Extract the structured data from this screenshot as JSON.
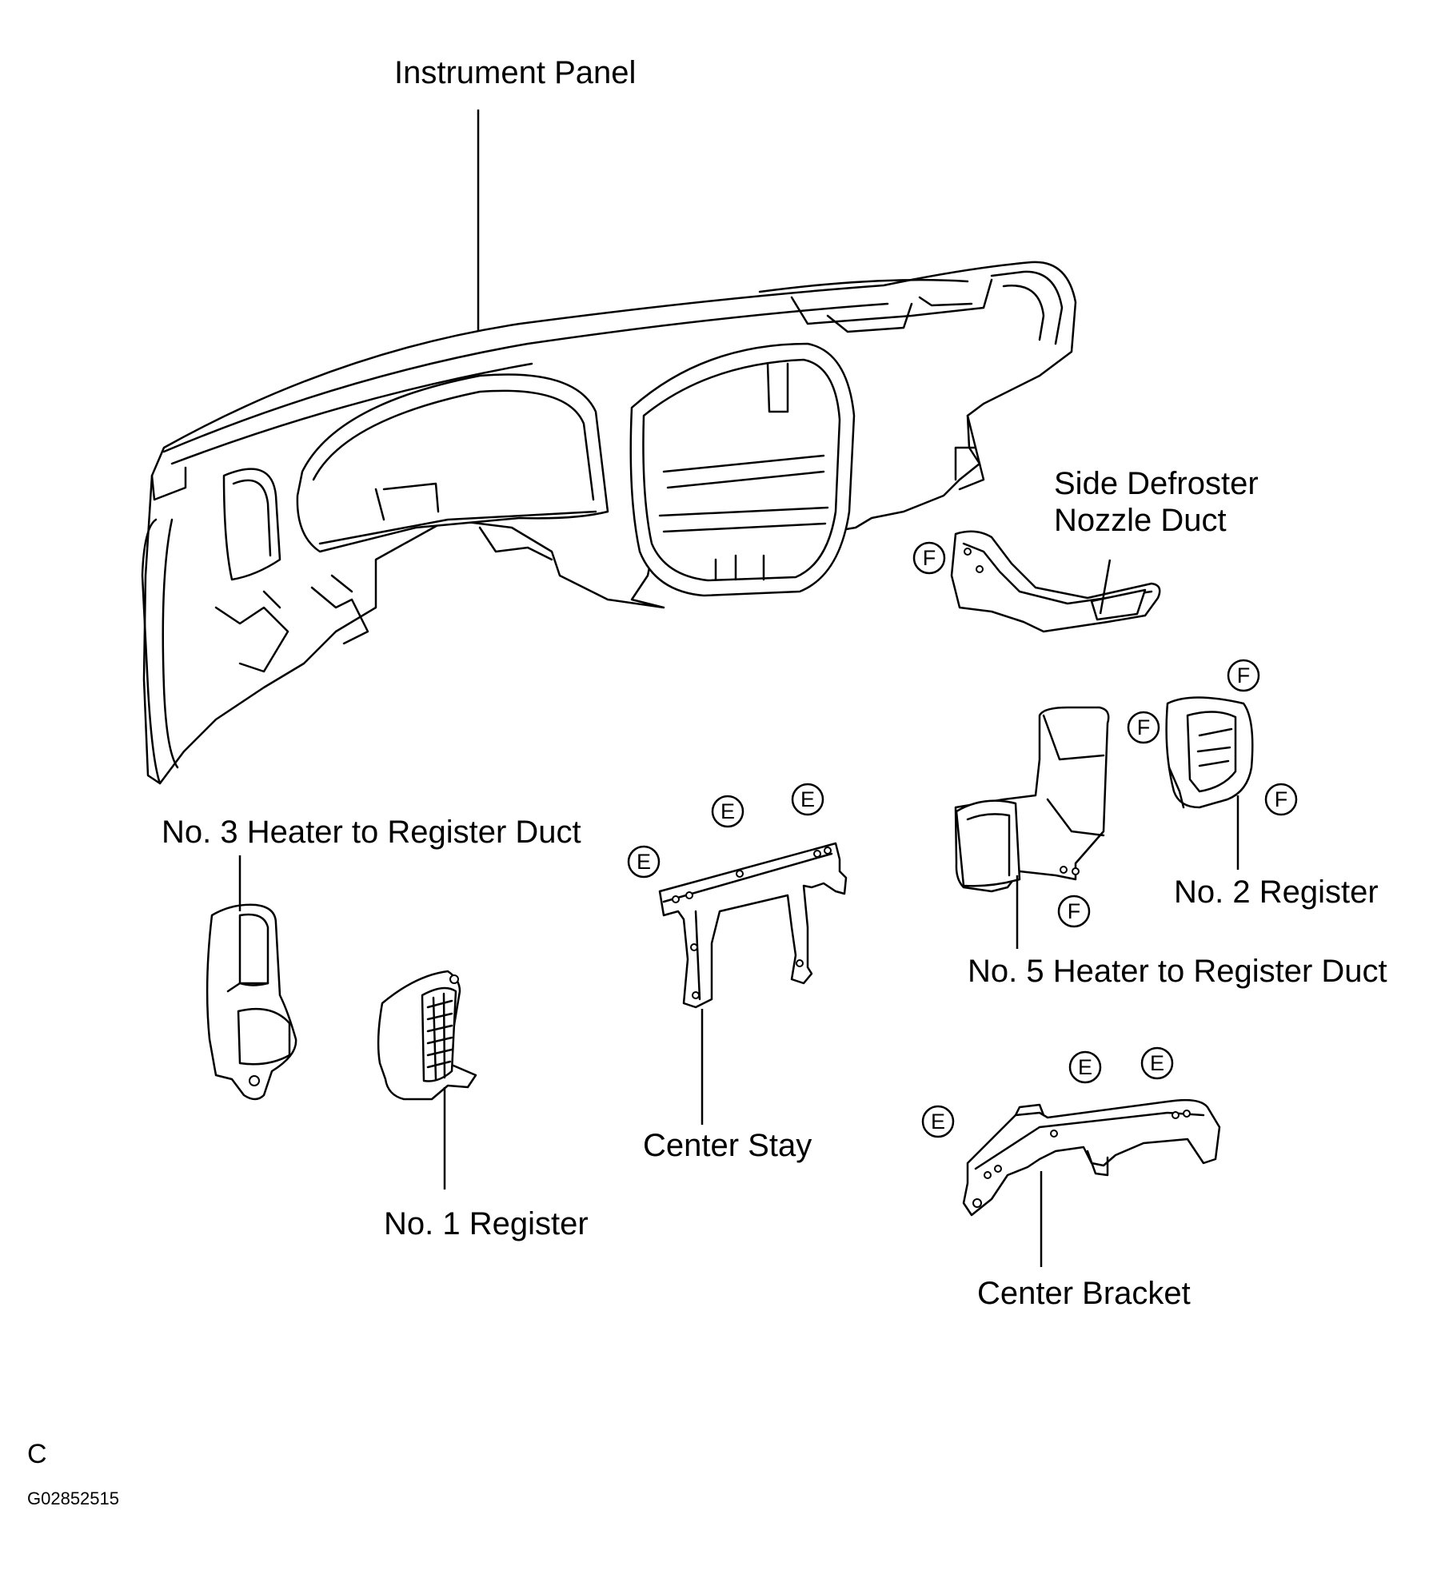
{
  "labels": {
    "instrument_panel": "Instrument Panel",
    "side_defroster_line1": "Side Defroster",
    "side_defroster_line2": "Nozzle Duct",
    "no3_duct": "No. 3 Heater to Register Duct",
    "no1_register": "No. 1 Register",
    "center_stay": "Center Stay",
    "no2_register": "No. 2 Register",
    "no5_duct": "No. 5 Heater to Register Duct",
    "center_bracket": "Center Bracket"
  },
  "fastener_marks": {
    "e": "E",
    "f": "F"
  },
  "footer": {
    "section_letter": "C",
    "figure_code": "G02852515"
  }
}
